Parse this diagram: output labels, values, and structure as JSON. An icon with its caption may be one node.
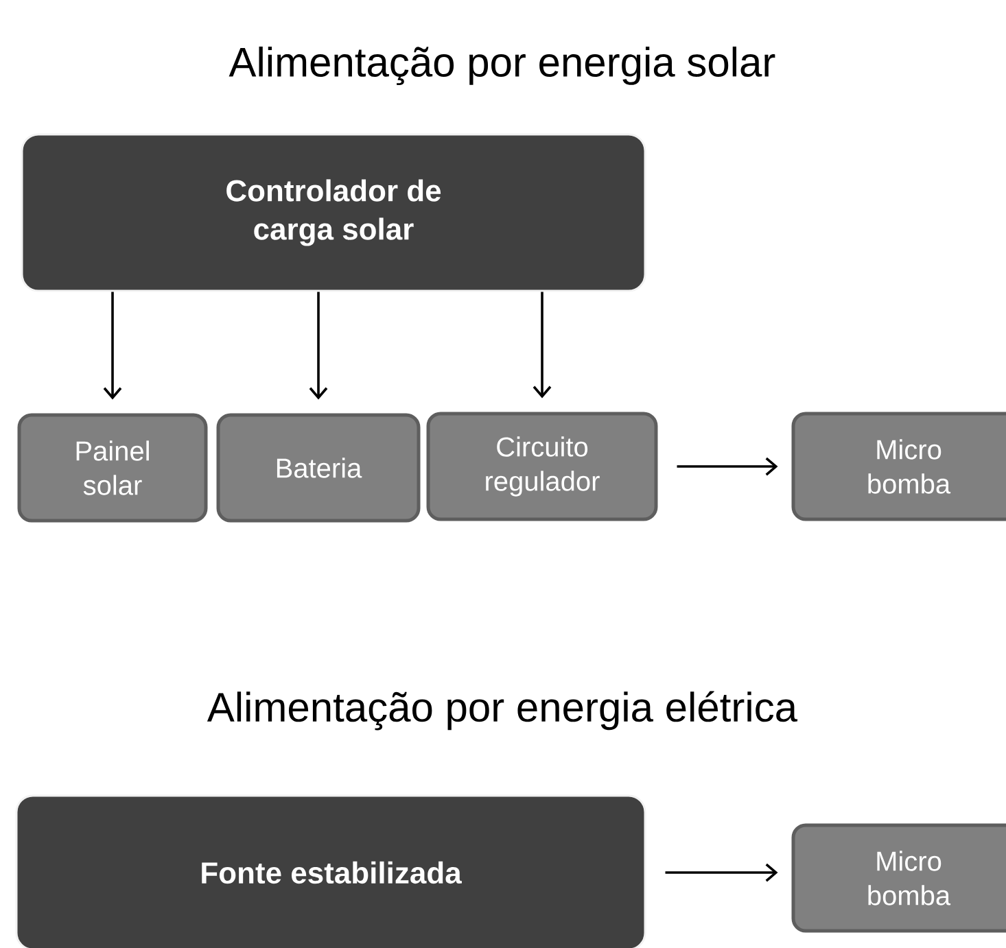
{
  "diagram": {
    "nodes": [
      {
        "text": [
          "Controlador de carga solar"
        ]
      },
      {
        "text": [
          "Painel solar"
        ]
      },
      {
        "text": [
          "Bateria"
        ]
      },
      {
        "text": [
          "Circuito regulador"
        ]
      },
      {
        "text": [
          "Micro bomba"
        ]
      },
      {
        "text": [
          "Fonte estabilizada"
        ]
      },
      {
        "text": [
          "Micro bomba"
        ]
      }
    ],
    "edges": [
      {
        "from": 0,
        "to": 1,
        "arrow": "to"
      },
      {
        "from": 0,
        "to": 2,
        "arrow": "to"
      },
      {
        "from": 0,
        "to": 3,
        "arrow": "to"
      },
      {
        "from": 3,
        "to": 4,
        "arrow": "to"
      },
      {
        "from": 5,
        "to": 6,
        "arrow": "to"
      }
    ],
    "labels": [
      "Alimentação por energia solar",
      "Alimentação por energia elétrica"
    ]
  }
}
